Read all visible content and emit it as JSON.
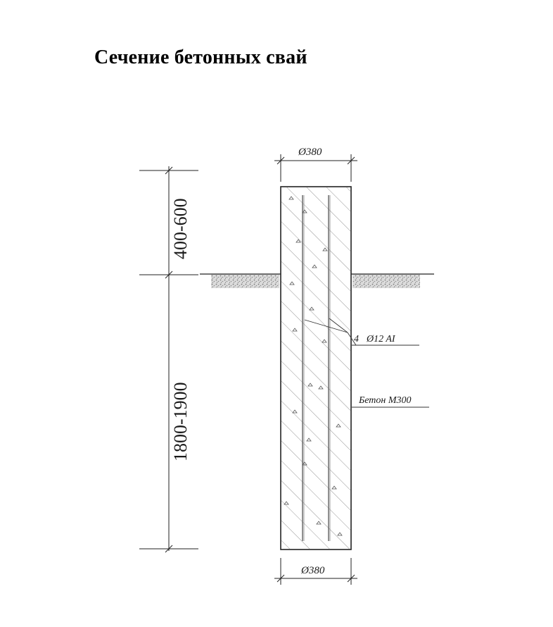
{
  "title": "Сечение бетонных свай",
  "dimensions": {
    "top_diameter": "Ø380",
    "bottom_diameter": "Ø380",
    "above_ground": "400-600",
    "below_ground": "1800-1900"
  },
  "annotations": {
    "rebar_count": "4",
    "rebar_spec": "Ø12 AI",
    "concrete": "Бетон М300"
  }
}
